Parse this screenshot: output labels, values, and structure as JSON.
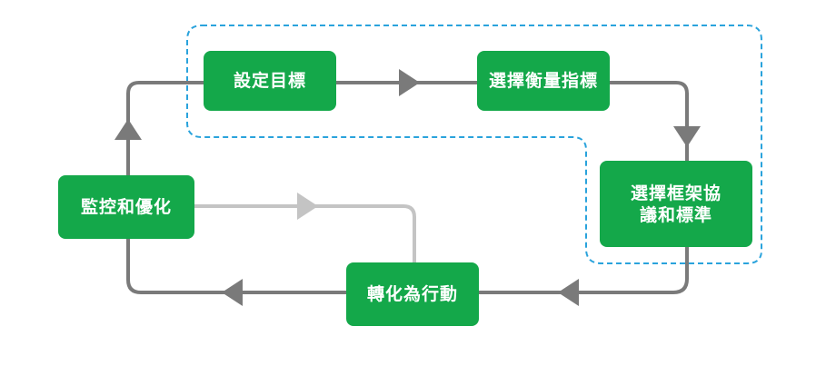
{
  "diagram": {
    "nodes": {
      "set_goals": "設定目標",
      "select_metrics": "選擇衡量指標",
      "select_framework_line1": "選擇框架協",
      "select_framework_line2": "議和標準",
      "monitor_optimize": "監控和優化",
      "convert_action": "轉化為行動"
    },
    "colors": {
      "node_fill": "#14a84a",
      "node_text": "#ffffff",
      "main_flow": "#7a7a7a",
      "secondary_flow": "#c4c4c4",
      "highlight_border": "#2aa3dc"
    }
  }
}
